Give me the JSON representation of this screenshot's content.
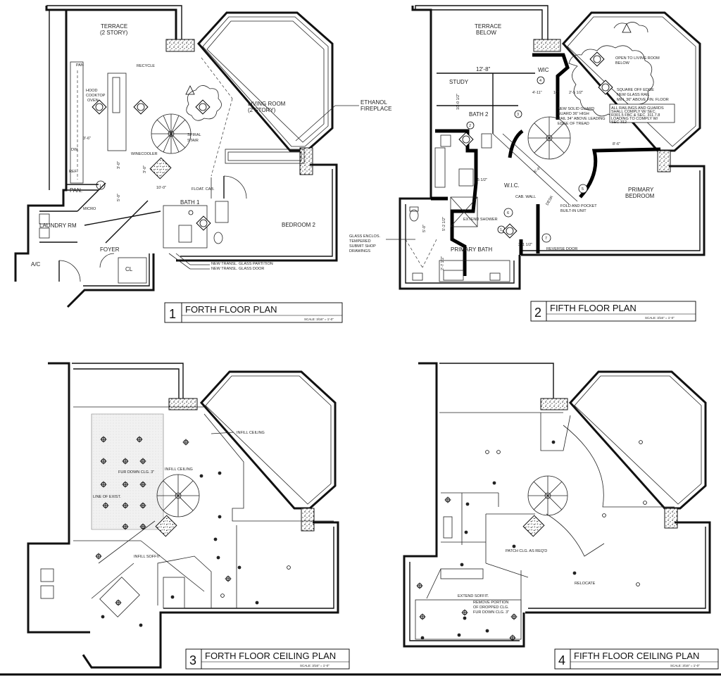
{
  "plans": [
    {
      "number": "1",
      "title": "FORTH FLOOR PLAN",
      "scale": "SCALE: 3/16\" = 1'-0\"",
      "labels": {
        "terrace": "TERRACE",
        "terrace_sub": "(2 STORY)",
        "living_room": "LIVING ROOM",
        "living_sub": "(2 STORY)",
        "ethanol": "ETHANOL",
        "fireplace": "FIREPLACE",
        "spiral": "SPIRAL",
        "stair": "STAIR",
        "recycle": "RECYCLE",
        "hood": "HOOD",
        "cooktop": "COOKTOP",
        "oven": "OVEN",
        "winecooler": "WINECOOLER",
        "pan_top": "PAN",
        "pan": "PAN.",
        "dw": "DW.",
        "ref": "REF.",
        "micro": "MICRO",
        "laundry": "LAUNDRY RM",
        "ac": "A/C",
        "foyer": "FOYER",
        "cl": "CL",
        "bath1": "BATH 1",
        "float_cab": "FLOAT. CAB.",
        "bedroom2": "BEDROOM 2",
        "glass_partition": "NEW TRANSL. GLASS PARTITION",
        "glass_door": "NEW TRANSL. GLASS DOOR",
        "dim1": "3'-6\"",
        "dim2": "3'-0\"",
        "dim3": "5'-0\"",
        "dim4": "3'-0\"",
        "dim5": "10'-0\"",
        "tag1": "1"
      }
    },
    {
      "number": "2",
      "title": "FIFTH FLOOR PLAN",
      "scale": "SCALE: 3/16\" = 1'-0\"",
      "labels": {
        "terrace": "TERRACE",
        "terrace_sub": "BELOW",
        "dim_top": "12'-8\"",
        "study": "STUDY",
        "wic1": "WIC",
        "wic2": "W.I.C.",
        "bath2": "BATH 2",
        "dim_v1": "10'-0 1/2\"",
        "dim_a": "4'-11\"",
        "dim_b": "10\"",
        "dim_c": "2'-5 1/2\"",
        "dim_d": "6'-4\"",
        "dim_e": "-5 1/2\"",
        "dim_f": "8'-6\"",
        "dim_g": "5'-0\"",
        "dim_h": "2'-7 1/2\"",
        "dim_i": "3'-1 1/2\"",
        "dim_j": "5'-2 1/2\"",
        "open_note_1": "OPEN TO LIVING ROOM",
        "open_note_2": "BELOW",
        "sq_note_1": "SQUARE OFF EDGE",
        "sq_note_2": "NEW GLASS RAIL",
        "sq_note_3": "MIN. 36\" ABOVE FIN. FLOOR",
        "rail_note_1": "ALL RAILINGS AND GUARDS",
        "rail_note_2": "SHALL COMPLY W/ SEC.",
        "rail_note_3": "R301.5 FBC & SEC. 311.7.8",
        "rail_note_4": "LOADING TO COMPLY W/",
        "rail_note_5": "SEC 312",
        "guard_1": "NEW SOLID GUARD",
        "guard_2": "GUARD 36\" HIGH",
        "guard_3": "RAIL 34\" ABOVE LEADING",
        "guard_4": "EDGE OF TREAD",
        "primary_bedroom_1": "PRIMARY",
        "primary_bedroom_2": "BEDROOM",
        "cab_wall": "CAB. WALL",
        "desk": "DESK",
        "fold_1": "FOLD AND POCKET",
        "fold_2": "BUILT-IN UNIT",
        "extend_shower": "EXTEND SHOWER",
        "primary_bath": "PRIMARY BATH",
        "reverse_door": "REVERSE DOOR",
        "glass_1": "GLASS ENCLOS.",
        "glass_2": "TEMPERED",
        "glass_3": "SUBMIT SHOP",
        "glass_4": "DRAWINGS",
        "k1": "1",
        "k2": "2",
        "k3": "3",
        "k4": "4",
        "k5": "5",
        "k6": "6",
        "k7": "7"
      }
    },
    {
      "number": "3",
      "title": "FORTH FLOOR CEILING PLAN",
      "scale": "SCALE: 3/16\" = 1'-0\"",
      "labels": {
        "infill_ceiling_1": "INFILL CEILING",
        "infill_ceiling_2": "INFILL CEILING",
        "fur_down": "FUR DOWN CLG. 3\"",
        "line_exist": "LINE OF EXIST.",
        "infill_soffit": "INFILL SOFFIT"
      }
    },
    {
      "number": "4",
      "title": "FIFTH FLOOR CEILING  PLAN",
      "scale": "SCALE: 3/16\" = 1'-0\"",
      "labels": {
        "patch": "PATCH CLG. AS REQ'D",
        "relocate": "RELOCATE",
        "extend_soffit": "EXTEND SOFFIT.",
        "remove_1": "REMOVE PORTION",
        "remove_2": "OF DROPPED CLG.",
        "remove_3": "FUR DOWN CLG. 3\""
      }
    }
  ]
}
